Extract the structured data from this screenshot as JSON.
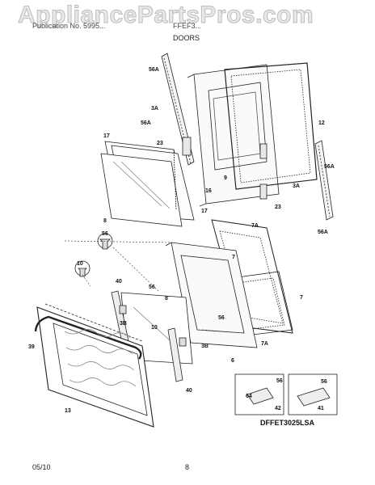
{
  "watermark": "AppliancePartsPros.com",
  "header": {
    "left": "Publication No. 5995...",
    "right": "FFEF3...",
    "section": "DOORS"
  },
  "footer": {
    "date": "05/10",
    "page": "8"
  },
  "diagram_id": "DFFET3025LSA",
  "callouts": [
    {
      "id": "c56a-1",
      "text": "56A"
    },
    {
      "id": "c3a-1",
      "text": "3A"
    },
    {
      "id": "c56a-2",
      "text": "56A"
    },
    {
      "id": "c23-1",
      "text": "23"
    },
    {
      "id": "c12",
      "text": "12"
    },
    {
      "id": "c9",
      "text": "9"
    },
    {
      "id": "c17-1",
      "text": "17"
    },
    {
      "id": "c16",
      "text": "16"
    },
    {
      "id": "c17-2",
      "text": "17"
    },
    {
      "id": "c8-1",
      "text": "8"
    },
    {
      "id": "c56a-3",
      "text": "56A"
    },
    {
      "id": "c3a-2",
      "text": "3A"
    },
    {
      "id": "c23-2",
      "text": "23"
    },
    {
      "id": "c56a-4",
      "text": "56A"
    },
    {
      "id": "c7a-1",
      "text": "7A"
    },
    {
      "id": "c56-1",
      "text": "56"
    },
    {
      "id": "c10-1",
      "text": "10"
    },
    {
      "id": "c40-1",
      "text": "40"
    },
    {
      "id": "c7-1",
      "text": "7"
    },
    {
      "id": "c56-2",
      "text": "56"
    },
    {
      "id": "c8-2",
      "text": "8"
    },
    {
      "id": "c7-2",
      "text": "7"
    },
    {
      "id": "c3b-1",
      "text": "3B"
    },
    {
      "id": "c56-3",
      "text": "56"
    },
    {
      "id": "c39",
      "text": "39"
    },
    {
      "id": "c10-2",
      "text": "10"
    },
    {
      "id": "c3b-2",
      "text": "3B"
    },
    {
      "id": "c7a-2",
      "text": "7A"
    },
    {
      "id": "c6",
      "text": "6"
    },
    {
      "id": "c40-2",
      "text": "40"
    },
    {
      "id": "c13",
      "text": "13"
    },
    {
      "id": "c56-4",
      "text": "56"
    },
    {
      "id": "c64",
      "text": "64"
    },
    {
      "id": "c42",
      "text": "42"
    },
    {
      "id": "c56-5",
      "text": "56"
    },
    {
      "id": "c41",
      "text": "41"
    }
  ]
}
